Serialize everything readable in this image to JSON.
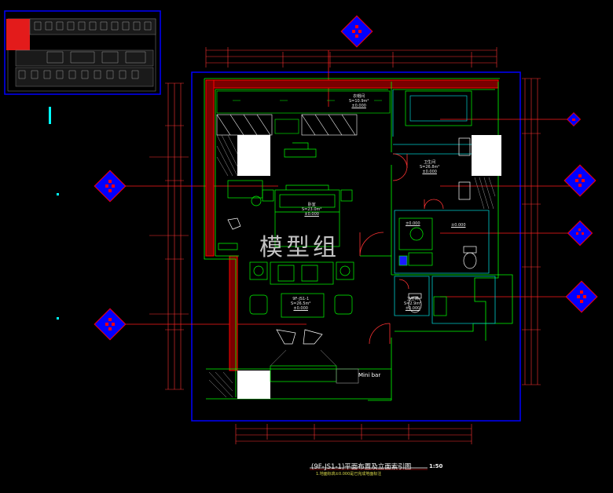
{
  "drawing": {
    "title": "(9F-JS1-1)平面布置及立面索引图",
    "scale": "1:50",
    "note": "1.地面标高±0.000是已完成地面标注",
    "watermark": "模型组",
    "mini_bar": "Mini bar"
  },
  "rooms": [
    {
      "id": "closet",
      "name": "衣帽间",
      "area": "S=10.9m²",
      "elev": "±0.000"
    },
    {
      "id": "bedroom",
      "name": "卧室",
      "area": "S=23.0m²",
      "elev": "±0.000"
    },
    {
      "id": "bath",
      "name": "卫生间",
      "area": "S=26.8m²",
      "elev": "±0.000"
    },
    {
      "id": "living",
      "name": "9F-JS1-1",
      "area": "S=26.5m²",
      "elev": "±0.000"
    },
    {
      "id": "wc",
      "name": "卫生间",
      "area": "S=2.9m²",
      "elev": "±0.000"
    },
    {
      "id": "shower",
      "name": "",
      "area": "",
      "elev": "±0.000"
    },
    {
      "id": "tub",
      "name": "",
      "area": "",
      "elev": "±0.000"
    }
  ],
  "colors": {
    "background": "#000000",
    "frame": "#0000ff",
    "wall": "#ff0000",
    "wall_line": "#00ff00",
    "partition": "#00cccc",
    "furniture": "#00ff00",
    "leader": "#ff0000",
    "dimension": "#ff3333",
    "marker": "#0000ff"
  },
  "icons": [
    "elevation-index-marker",
    "elevation-index-marker-small",
    "key-plan"
  ]
}
